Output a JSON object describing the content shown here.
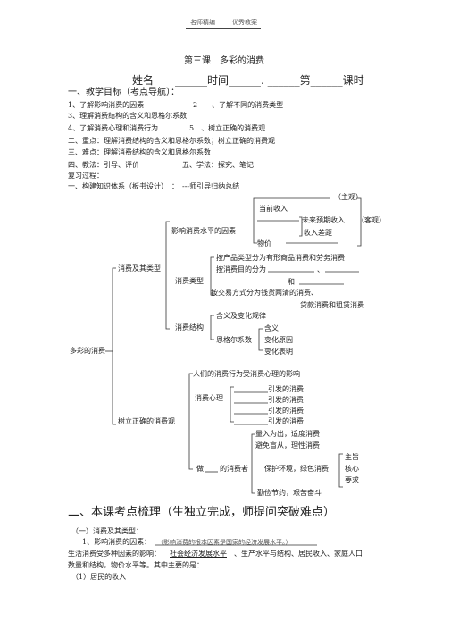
{
  "header": {
    "left": "名师精编",
    "right": "优秀教案"
  },
  "title": "第三课　多彩的消费",
  "name_line": "姓名　　______时间______. ______第______课时",
  "goals": {
    "heading": "一、教学目标（考点导航）：",
    "g1": "1、了解影响消费的因素",
    "g2": "2　　、了解不同的消费类型",
    "g3": "3、理解消费结构的含义和恩格尔系数",
    "g4": "4、了解消费心理和消费行为",
    "g5": "5　、树立正确的消费观"
  },
  "focus": "二、重点：理解消费结构的含义和恩格尔系数；树立正确的消费观",
  "difficulty": "三、难点：理解消费结构的含义和恩格尔系数",
  "method": {
    "teach": "四、教法：引导、评价",
    "learn": "五、学法：探究、笔记"
  },
  "process": "复习过程：",
  "framework": "一、构建知识体系（板书设计）　：　---师引导归纳总结",
  "tree": {
    "root": "多彩的消费",
    "b1": "消费及其类型",
    "b1_factors": "影响消费水平的因素",
    "current_income": "当前收入",
    "subjective": "（主观）",
    "future_income": "未来预期收入",
    "objective": "（客观）",
    "income_gap": "收入差距",
    "price": "物价",
    "b1_types": "消费类型",
    "by_object": "按产品类型分为有形商品消费和劳务消费",
    "by_purpose": "按消费目的分为",
    "pause": "、",
    "and": "和",
    "by_trade": "按交易方式分为钱货两清的消费、",
    "loan_rent": "贷款消费和租赁消费",
    "b1_structure": "消费结构",
    "meaning_trend": "含义及变化规律",
    "engel": "恩格尔系数",
    "e_meaning": "含义",
    "e_reason": "变化原因",
    "e_show": "变化表明",
    "b2": "树立正确的消费观",
    "influence": "人们的消费行为受消费心理的影响",
    "psychology": "消费心理",
    "p1": "引发的消费",
    "p2": "引发的消费",
    "p3": "引发的消费",
    "p4": "引发的消费",
    "rational": "量入为出，适度消费",
    "avoid": "避免盲从，理性消费",
    "be": "做",
    "consumer": "的消费者",
    "green": "保护环境，绿色消费",
    "g_main": "主旨",
    "g_core": "核心",
    "g_req": "要求",
    "thrift": "勤俭节约，艰苦奋斗"
  },
  "section2": "二、本课考点梳理（生独立完成，师提问突破难点）",
  "s2": {
    "item1": "（一）消费及其类型：",
    "item1_1": "1、影响消费的因素：",
    "item1_1_note": "（影响消费的根本因素是国家的经济发展水平。）",
    "body1": "生活消费受多种因素的影响：",
    "body1_ul": "社会经济发展水平",
    "body1_rest": "、生产水平与结构、居民收入、家庭人口",
    "body2": "数量和结构，物价水平等。其中主要的是：",
    "item_a": "（1）居民的收入"
  }
}
